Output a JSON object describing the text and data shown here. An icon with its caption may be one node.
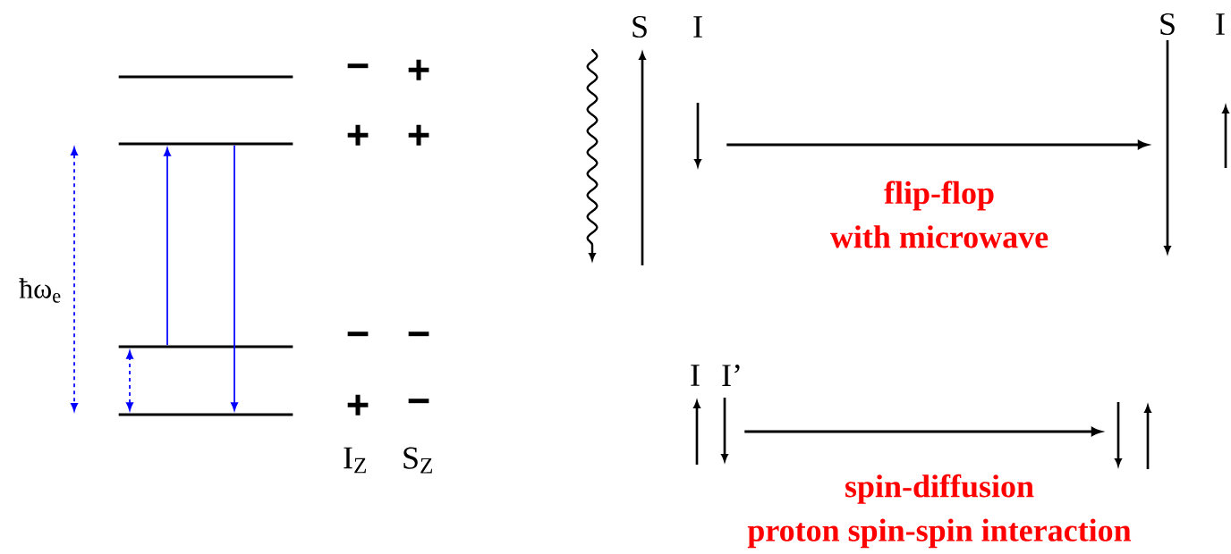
{
  "diagram": {
    "nodes": [
      {
        "text": [],
        "shape": "bar"
      },
      {
        "text": [],
        "shape": "bar"
      },
      {
        "text": [],
        "shape": "bar"
      },
      {
        "text": [],
        "shape": "bar"
      },
      {
        "text": [
          "S",
          "I"
        ]
      },
      {
        "text": [
          "S",
          "I"
        ]
      },
      {
        "text": [
          "I",
          "I’"
        ]
      },
      {
        "text": [],
        "shape": "picture"
      }
    ],
    "edges": [
      {
        "from": 2,
        "to": 1,
        "arrow": "to",
        "color": "#0000ff"
      },
      {
        "from": 1,
        "to": 3,
        "arrow": "to",
        "color": "#0000ff"
      },
      {
        "from": 3,
        "to": 2,
        "arrow": "both",
        "style": "dashed",
        "color": "#0000ff"
      },
      {
        "from": 4,
        "to": 5,
        "arrow": "to",
        "label": "flip-flop with microwave",
        "color": "#000000"
      },
      {
        "from": 6,
        "to": 7,
        "arrow": "to",
        "label": "spin-diffusion proton spin-spin interaction",
        "color": "#000000"
      }
    ],
    "labels": [
      "−",
      "+",
      "+",
      "+",
      "ħω$_{e}$",
      "−",
      "−",
      "+",
      "−",
      "I$_{Z}$",
      "S$_{Z}$"
    ]
  }
}
